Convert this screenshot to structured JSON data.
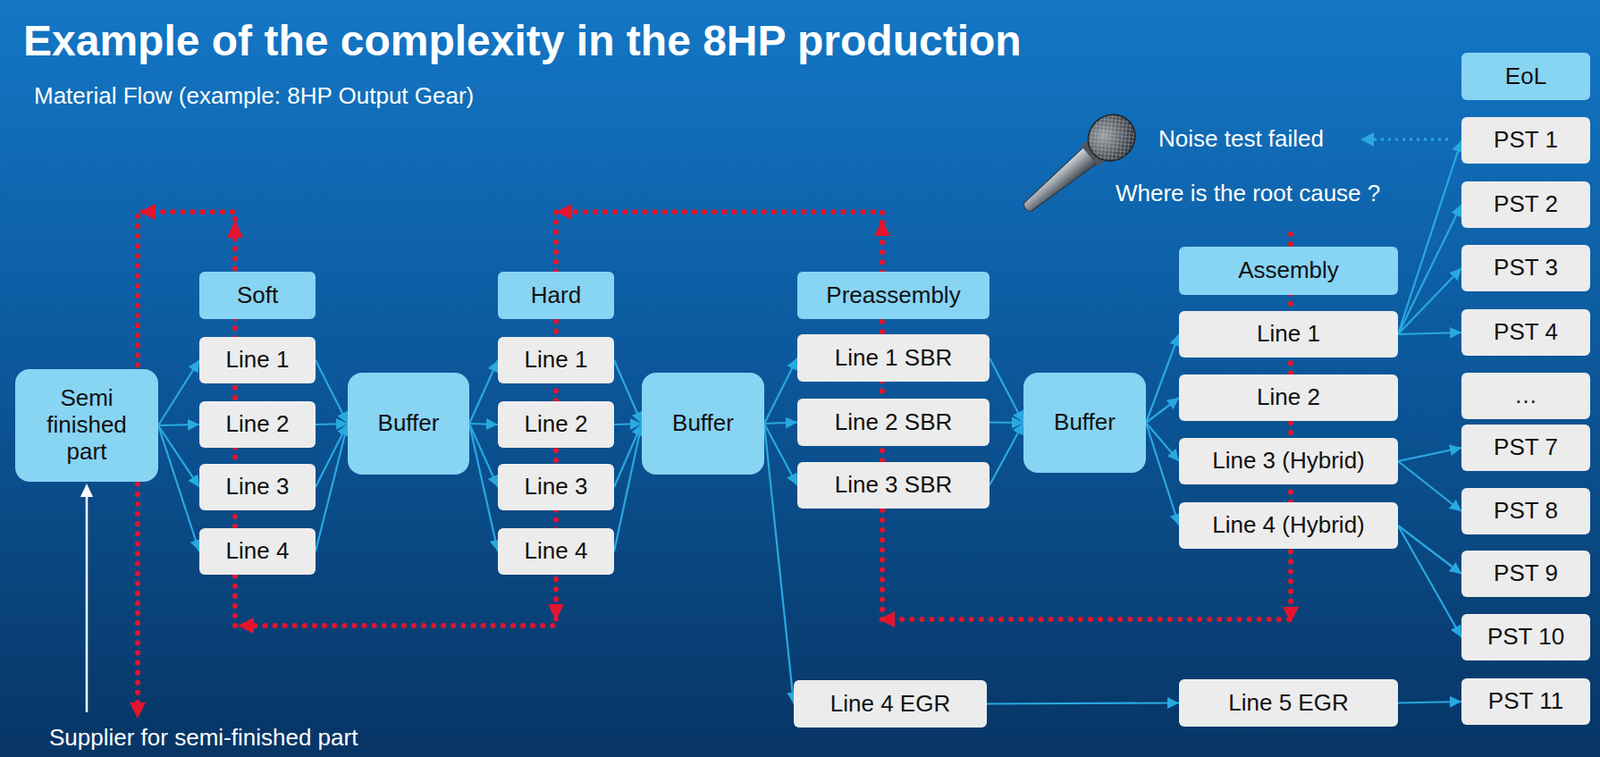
{
  "diagram": {
    "title": "Example of the complexity in the 8HP production",
    "nodes": [
      {
        "text": [
          "Semi finished part"
        ]
      },
      {
        "text": [
          "Soft"
        ]
      },
      {
        "text": [
          "Line 1"
        ]
      },
      {
        "text": [
          "Line 2"
        ]
      },
      {
        "text": [
          "Line 3"
        ]
      },
      {
        "text": [
          "Line 4"
        ]
      },
      {
        "text": [
          "Buffer"
        ]
      },
      {
        "text": [
          "Hard"
        ]
      },
      {
        "text": [
          "Line 1"
        ]
      },
      {
        "text": [
          "Line 2"
        ]
      },
      {
        "text": [
          "Line 3"
        ]
      },
      {
        "text": [
          "Line 4"
        ]
      },
      {
        "text": [
          "Buffer"
        ]
      },
      {
        "text": [
          "Preassembly"
        ]
      },
      {
        "text": [
          "Line 1 SBR"
        ]
      },
      {
        "text": [
          "Line 2 SBR"
        ]
      },
      {
        "text": [
          "Line 3 SBR"
        ]
      },
      {
        "text": [
          "Line 4 EGR"
        ]
      },
      {
        "text": [
          "Buffer"
        ]
      },
      {
        "text": [
          "Assembly"
        ]
      },
      {
        "text": [
          "Line 1"
        ]
      },
      {
        "text": [
          "Line 2"
        ]
      },
      {
        "text": [
          "Line 3 (Hybrid)"
        ]
      },
      {
        "text": [
          "Line 4 (Hybrid)"
        ]
      },
      {
        "text": [
          "Line 5 EGR"
        ]
      },
      {
        "text": [
          "EoL"
        ]
      },
      {
        "text": [
          "PST 1"
        ]
      },
      {
        "text": [
          "PST 2"
        ]
      },
      {
        "text": [
          "PST 3"
        ]
      },
      {
        "text": [
          "PST 4"
        ]
      },
      {
        "text": [
          "…"
        ]
      },
      {
        "text": [
          "PST 7"
        ]
      },
      {
        "text": [
          "PST 8"
        ]
      },
      {
        "text": [
          "PST 9"
        ]
      },
      {
        "text": [
          "PST 10"
        ]
      },
      {
        "text": [
          "PST 11"
        ]
      }
    ],
    "edges": [
      {
        "from": 0,
        "to": 2,
        "arrow": "to"
      },
      {
        "from": 0,
        "to": 3,
        "arrow": "to"
      },
      {
        "from": 0,
        "to": 4,
        "arrow": "to"
      },
      {
        "from": 0,
        "to": 5,
        "arrow": "to"
      },
      {
        "from": 2,
        "to": 6,
        "arrow": "to"
      },
      {
        "from": 3,
        "to": 6,
        "arrow": "to"
      },
      {
        "from": 4,
        "to": 6,
        "arrow": "to"
      },
      {
        "from": 5,
        "to": 6,
        "arrow": "to"
      },
      {
        "from": 6,
        "to": 8,
        "arrow": "to"
      },
      {
        "from": 6,
        "to": 9,
        "arrow": "to"
      },
      {
        "from": 6,
        "to": 10,
        "arrow": "to"
      },
      {
        "from": 6,
        "to": 11,
        "arrow": "to"
      },
      {
        "from": 8,
        "to": 12,
        "arrow": "to"
      },
      {
        "from": 9,
        "to": 12,
        "arrow": "to"
      },
      {
        "from": 10,
        "to": 12,
        "arrow": "to"
      },
      {
        "from": 11,
        "to": 12,
        "arrow": "to"
      },
      {
        "from": 12,
        "to": 14,
        "arrow": "to"
      },
      {
        "from": 12,
        "to": 15,
        "arrow": "to"
      },
      {
        "from": 12,
        "to": 16,
        "arrow": "to"
      },
      {
        "from": 12,
        "to": 17,
        "arrow": "to"
      },
      {
        "from": 14,
        "to": 18,
        "arrow": "to"
      },
      {
        "from": 15,
        "to": 18,
        "arrow": "to"
      },
      {
        "from": 16,
        "to": 18,
        "arrow": "to"
      },
      {
        "from": 18,
        "to": 20,
        "arrow": "to"
      },
      {
        "from": 18,
        "to": 21,
        "arrow": "to"
      },
      {
        "from": 18,
        "to": 22,
        "arrow": "to"
      },
      {
        "from": 18,
        "to": 23,
        "arrow": "to"
      },
      {
        "from": 20,
        "to": 26,
        "arrow": "to"
      },
      {
        "from": 20,
        "to": 27,
        "arrow": "to"
      },
      {
        "from": 20,
        "to": 28,
        "arrow": "to"
      },
      {
        "from": 20,
        "to": 29,
        "arrow": "to"
      },
      {
        "from": 22,
        "to": 31,
        "arrow": "to"
      },
      {
        "from": 22,
        "to": 32,
        "arrow": "to"
      },
      {
        "from": 23,
        "to": 33,
        "arrow": "to"
      },
      {
        "from": 23,
        "to": 34,
        "arrow": "to"
      },
      {
        "from": 17,
        "to": 24,
        "arrow": "to"
      },
      {
        "from": 24,
        "to": 35,
        "arrow": "to"
      }
    ],
    "labels": [
      "Material Flow (example: 8HP Output Gear)",
      "Noise test failed",
      "Where is the root cause ?",
      "Supplier for semi-finished part"
    ]
  }
}
